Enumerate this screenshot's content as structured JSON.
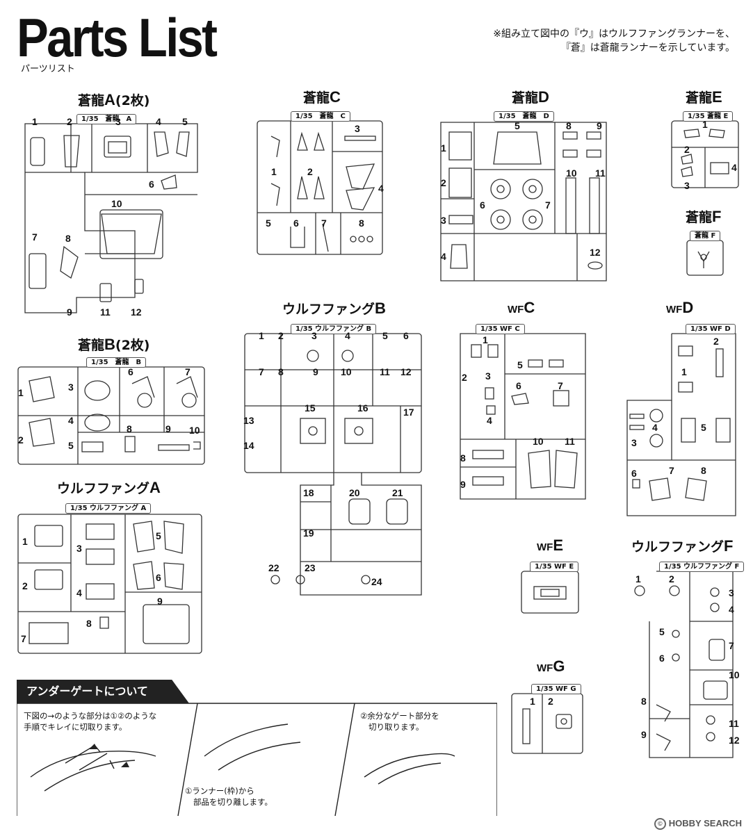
{
  "header": {
    "title": "Parts List",
    "subtitle": "パーツリスト",
    "note_line1": "※組み立て図中の『ウ』はウルフファングランナーを、",
    "note_line2": "『蒼』は蒼龍ランナーを示しています。"
  },
  "runners": {
    "soryuA": {
      "title_pre": "蒼龍",
      "title_letter": "A",
      "title_suffix": "(2枚)",
      "tag": "1/35　蒼龍　A",
      "parts": [
        "1",
        "2",
        "3",
        "4",
        "5",
        "6",
        "7",
        "8",
        "9",
        "10",
        "11",
        "12"
      ]
    },
    "soryuB": {
      "title_pre": "蒼龍",
      "title_letter": "B",
      "title_suffix": "(2枚)",
      "tag": "1/35　蒼龍　B",
      "parts": [
        "1",
        "2",
        "3",
        "4",
        "5",
        "6",
        "7",
        "8",
        "9",
        "10"
      ]
    },
    "soryuC": {
      "title_pre": "蒼龍",
      "title_letter": "C",
      "tag": "1/35　蒼龍　C",
      "parts": [
        "1",
        "2",
        "3",
        "4",
        "5",
        "6",
        "7",
        "8"
      ]
    },
    "soryuD": {
      "title_pre": "蒼龍",
      "title_letter": "D",
      "tag": "1/35　蒼龍　D",
      "parts": [
        "1",
        "2",
        "3",
        "4",
        "5",
        "6",
        "7",
        "8",
        "9",
        "10",
        "11",
        "12"
      ]
    },
    "soryuE": {
      "title_pre": "蒼龍",
      "title_letter": "E",
      "tag": "1/35 蒼龍 E",
      "parts": [
        "1",
        "2",
        "3",
        "4"
      ]
    },
    "soryuF": {
      "title_pre": "蒼龍",
      "title_letter": "F",
      "tag": "蒼龍 F"
    },
    "wolfA": {
      "title_pre": "ウルフファング",
      "title_letter": "A",
      "tag": "1/35 ウルフファング A",
      "parts": [
        "1",
        "2",
        "3",
        "4",
        "5",
        "6",
        "7",
        "8",
        "9"
      ]
    },
    "wolfB": {
      "title_pre": "ウルフファング",
      "title_letter": "B",
      "tag": "1/35 ウルフファング B",
      "parts": [
        "1",
        "2",
        "3",
        "4",
        "5",
        "6",
        "7",
        "8",
        "9",
        "10",
        "11",
        "12",
        "13",
        "14",
        "15",
        "16",
        "17",
        "18",
        "19",
        "20",
        "21",
        "22",
        "23",
        "24"
      ]
    },
    "wfC": {
      "title_pre": "WF",
      "title_letter": "C",
      "tag": "1/35 WF C",
      "parts": [
        "1",
        "2",
        "3",
        "4",
        "5",
        "6",
        "7",
        "8",
        "9",
        "10",
        "11"
      ]
    },
    "wfD": {
      "title_pre": "WF",
      "title_letter": "D",
      "tag": "1/35 WF D",
      "parts": [
        "1",
        "2",
        "3",
        "4",
        "5",
        "6",
        "7",
        "8"
      ]
    },
    "wfE": {
      "title_pre": "WF",
      "title_letter": "E",
      "tag": "1/35 WF E"
    },
    "wfG": {
      "title_pre": "WF",
      "title_letter": "G",
      "tag": "1/35 WF G",
      "parts": [
        "1",
        "2"
      ]
    },
    "wolfF": {
      "title_pre": "ウルフファング",
      "title_letter": "F",
      "tag": "1/35 ウルフファング F",
      "parts": [
        "1",
        "2",
        "3",
        "4",
        "5",
        "6",
        "7",
        "8",
        "9",
        "10",
        "11",
        "12"
      ]
    }
  },
  "undergate": {
    "heading": "アンダーゲートについて",
    "text1_line1": "下図の→のような部分は①②のような",
    "text1_line2": "手順でキレイに切取ります。",
    "step1_line1": "①ランナー(枠)から",
    "step1_line2": "部品を切り離します。",
    "step2_line1": "②余分なゲート部分を",
    "step2_line2": "切り取ります。"
  },
  "watermark": {
    "logo": "©",
    "text": "HOBBY SEARCH"
  }
}
